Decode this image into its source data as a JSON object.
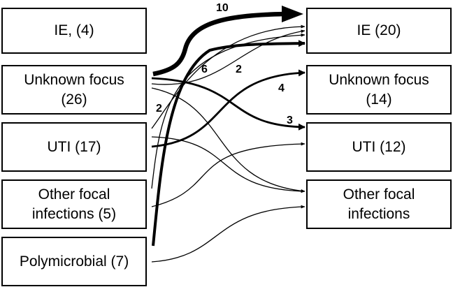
{
  "left_boxes": [
    {
      "label": "IE, (4)"
    },
    {
      "label": "Unknown focus\n(26)"
    },
    {
      "label": "UTI (17)"
    },
    {
      "label": "Other focal\ninfections (5)"
    },
    {
      "label": "Polymicrobial (7)"
    }
  ],
  "right_boxes": [
    {
      "label": "IE (20)"
    },
    {
      "label": "Unknown focus\n(14)"
    },
    {
      "label": "UTI (12)"
    },
    {
      "label": "Other focal\ninfections"
    }
  ],
  "flow_labels": {
    "ten": "10",
    "six": "6",
    "two_a": "2",
    "two_b": "2",
    "four": "4",
    "three": "3"
  }
}
